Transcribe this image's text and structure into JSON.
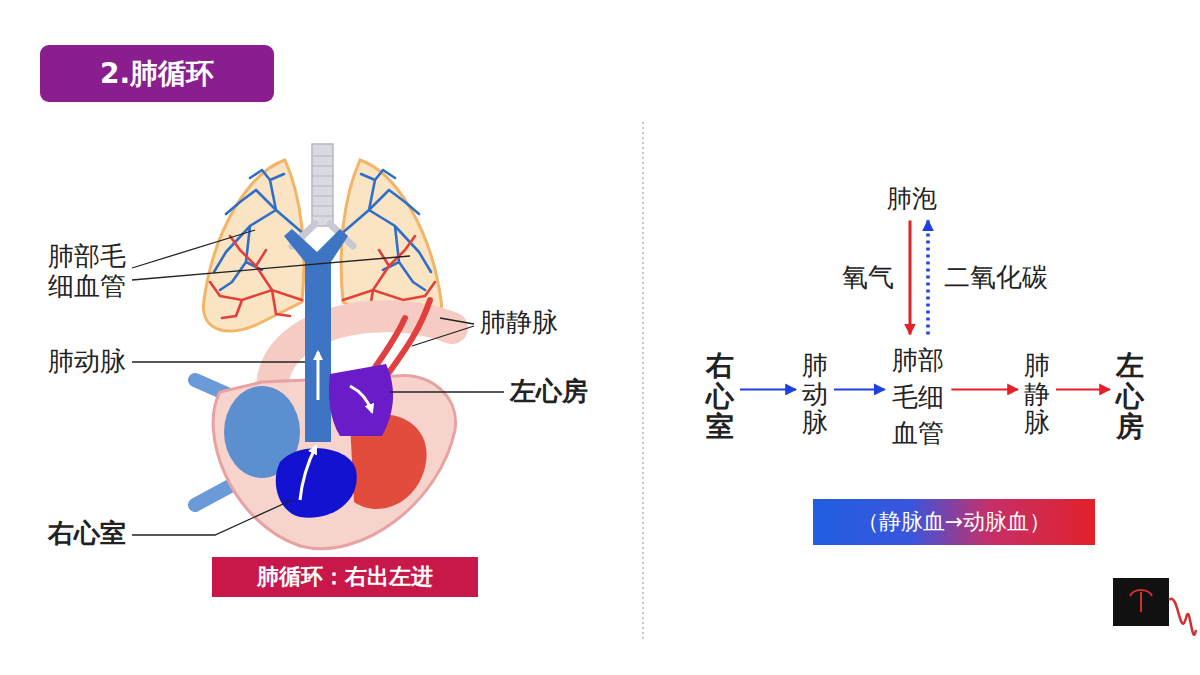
{
  "diagram": {
    "title": "2.肺循环",
    "caption": "肺循环：右出左进",
    "nodes": [
      {
        "text": [
          "肺泡"
        ]
      },
      {
        "text": [
          "右心室"
        ]
      },
      {
        "text": [
          "肺动脉"
        ]
      },
      {
        "text": [
          "肺部毛细血管"
        ]
      },
      {
        "text": [
          "肺静脉"
        ]
      },
      {
        "text": [
          "左心房"
        ]
      },
      {
        "text": [
          "（静脉血→动脉血）"
        ]
      }
    ],
    "edges": [
      {
        "from": 1,
        "to": 2,
        "arrow": "to"
      },
      {
        "from": 2,
        "to": 3,
        "arrow": "to"
      },
      {
        "from": 3,
        "to": 4,
        "arrow": "to"
      },
      {
        "from": 4,
        "to": 5,
        "arrow": "to"
      },
      {
        "from": 0,
        "to": 3,
        "label": "氧气",
        "arrow": "to"
      },
      {
        "from": 3,
        "to": 0,
        "label": "二氧化碳",
        "arrow": "to"
      }
    ],
    "labels": [
      "肺部毛细血管",
      "肺静脉",
      "肺动脉",
      "左心房",
      "右心室"
    ]
  }
}
